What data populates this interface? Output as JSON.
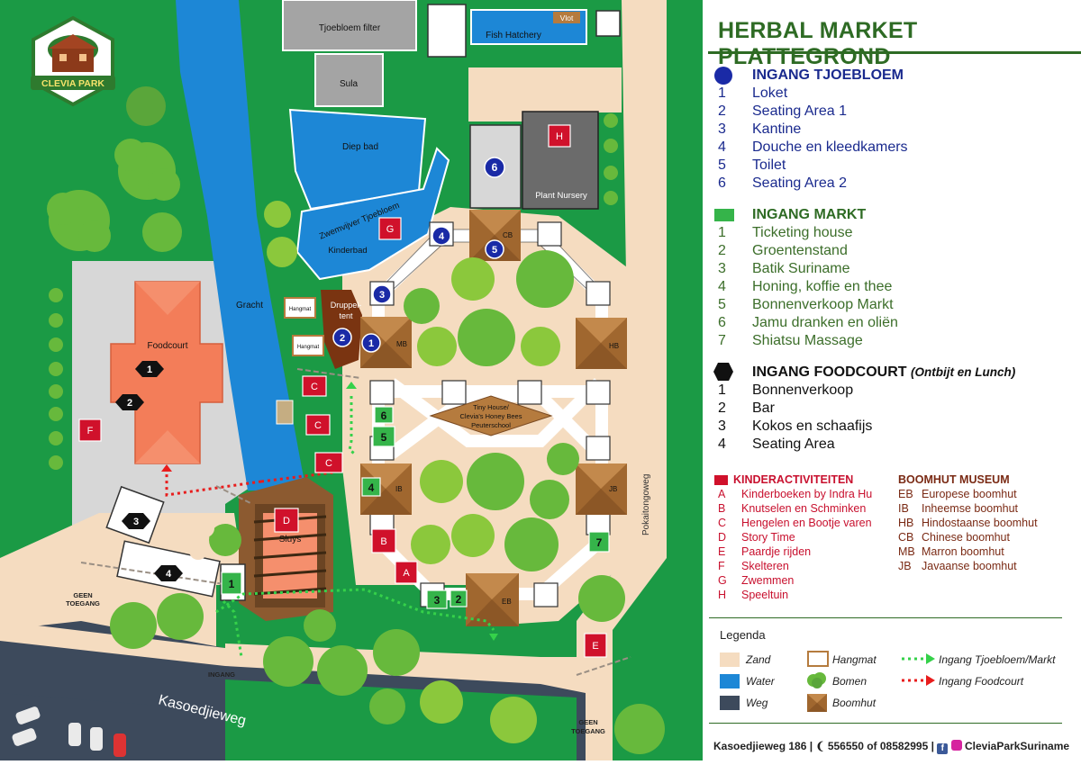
{
  "title": "HERBAL MARKET PLATTEGROND",
  "logo_text": "CLEVIA PARK",
  "sections": {
    "tjoebloem": {
      "heading": "INGANG TJOEBLOEM",
      "items": [
        {
          "n": "1",
          "label": "Loket"
        },
        {
          "n": "2",
          "label": "Seating Area 1"
        },
        {
          "n": "3",
          "label": "Kantine"
        },
        {
          "n": "4",
          "label": "Douche en kleedkamers"
        },
        {
          "n": "5",
          "label": "Toilet"
        },
        {
          "n": "6",
          "label": "Seating Area 2"
        }
      ]
    },
    "markt": {
      "heading": "INGANG MARKT",
      "items": [
        {
          "n": "1",
          "label": "Ticketing house"
        },
        {
          "n": "2",
          "label": "Groentenstand"
        },
        {
          "n": "3",
          "label": "Batik Suriname"
        },
        {
          "n": "4",
          "label": "Honing, koffie en thee"
        },
        {
          "n": "5",
          "label": "Bonnenverkoop Markt"
        },
        {
          "n": "6",
          "label": "Jamu dranken en oliën"
        },
        {
          "n": "7",
          "label": "Shiatsu Massage"
        }
      ]
    },
    "foodcourt": {
      "heading": "INGANG FOODCOURT",
      "heading_note": "(Ontbijt en Lunch)",
      "items": [
        {
          "n": "1",
          "label": "Bonnenverkoop"
        },
        {
          "n": "2",
          "label": "Bar"
        },
        {
          "n": "3",
          "label": "Kokos en schaafijs"
        },
        {
          "n": "4",
          "label": "Seating Area"
        }
      ]
    },
    "kinder": {
      "heading": "KINDERACTIVITEITEN",
      "items": [
        {
          "n": "A",
          "label": "Kinderboeken by Indra Hu"
        },
        {
          "n": "B",
          "label": "Knutselen en Schminken"
        },
        {
          "n": "C",
          "label": "Hengelen en Bootje varen"
        },
        {
          "n": "D",
          "label": "Story Time"
        },
        {
          "n": "E",
          "label": "Paardje rijden"
        },
        {
          "n": "F",
          "label": "Skelteren"
        },
        {
          "n": "G",
          "label": "Zwemmen"
        },
        {
          "n": "H",
          "label": "Speeltuin"
        }
      ]
    },
    "boomhut": {
      "heading": "BOOMHUT MUSEUM",
      "items": [
        {
          "n": "EB",
          "label": "Europese boomhut"
        },
        {
          "n": "IB",
          "label": "Inheemse boomhut"
        },
        {
          "n": "HB",
          "label": "Hindostaanse boomhut"
        },
        {
          "n": "CB",
          "label": "Chinese boomhut"
        },
        {
          "n": "MB",
          "label": "Marron boomhut"
        },
        {
          "n": "JB",
          "label": "Javaanse boomhut"
        }
      ]
    }
  },
  "legenda": {
    "heading": "Legenda",
    "items": [
      {
        "label": "Zand",
        "color": "#f5dcc0"
      },
      {
        "label": "Water",
        "color": "#1d87d6"
      },
      {
        "label": "Weg",
        "color": "#3d4a5c"
      },
      {
        "label": "Hangmat"
      },
      {
        "label": "Bomen"
      },
      {
        "label": "Boomhut"
      },
      {
        "label": "Ingang Tjoebloem/Markt"
      },
      {
        "label": "Ingang Foodcourt"
      }
    ]
  },
  "footer": {
    "address": "Kasoedjieweg 186 |",
    "phone": "556550  of  08582995 |",
    "social": "CleviaParkSuriname"
  },
  "map_labels": {
    "tjoebloem_filter": "Tjoebloem filter",
    "fish_hatchery": "Fish Hatchery",
    "vlot": "Vlot",
    "sula": "Sula",
    "diep_bad": "Diep bad",
    "zwemvijver": "Zwemvijver Tjoebloem",
    "kinderbad": "Kinderbad",
    "plant_nursery": "Plant Nursery",
    "gracht": "Gracht",
    "foodcourt": "Foodcourt",
    "druppeltent": "Druppel-",
    "druppeltent2": "tent",
    "hangmat": "Hangmat",
    "tiny_house_1": "Tiny House/",
    "tiny_house_2": "Clevia's Honey Bees",
    "tiny_house_3": "Peuterschool",
    "sluys": "Sluys",
    "pokaitongoweg": "Pokaitongoweg",
    "kasoedjieweg": "Kasoedjieweg",
    "geen_toegang": "GEEN",
    "geen_toegang2": "TOEGANG",
    "ingang": "INGANG",
    "hut_mb": "MB",
    "hut_hb": "HB",
    "hut_cb": "CB",
    "hut_ib": "IB",
    "hut_jb": "JB",
    "hut_eb": "EB"
  },
  "colors": {
    "grass": "#1b9a45",
    "sand": "#f5dcc0",
    "water": "#1d87d6",
    "road": "#3d4a5c",
    "title_green": "#2e6b24",
    "blue_marker": "#1a2aa6",
    "green_marker": "#35b44a",
    "red_marker": "#d0112b"
  }
}
